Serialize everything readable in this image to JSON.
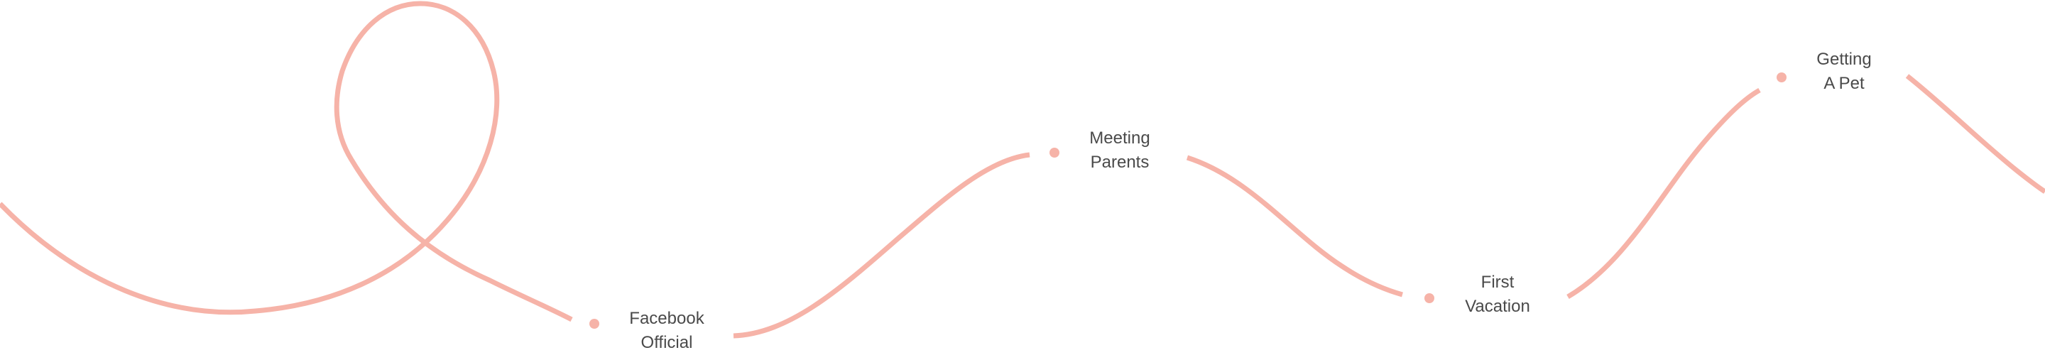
{
  "theme": {
    "line_color": "#f6b3a8",
    "dot_color": "#f6b3a8",
    "text_color": "#4a4a4a",
    "background": "#ffffff"
  },
  "milestones": [
    {
      "line1": "Facebook",
      "line2": "Official"
    },
    {
      "line1": "Meeting",
      "line2": "Parents"
    },
    {
      "line1": "First",
      "line2": "Vacation"
    },
    {
      "line1": "Getting",
      "line2": "A Pet"
    }
  ]
}
